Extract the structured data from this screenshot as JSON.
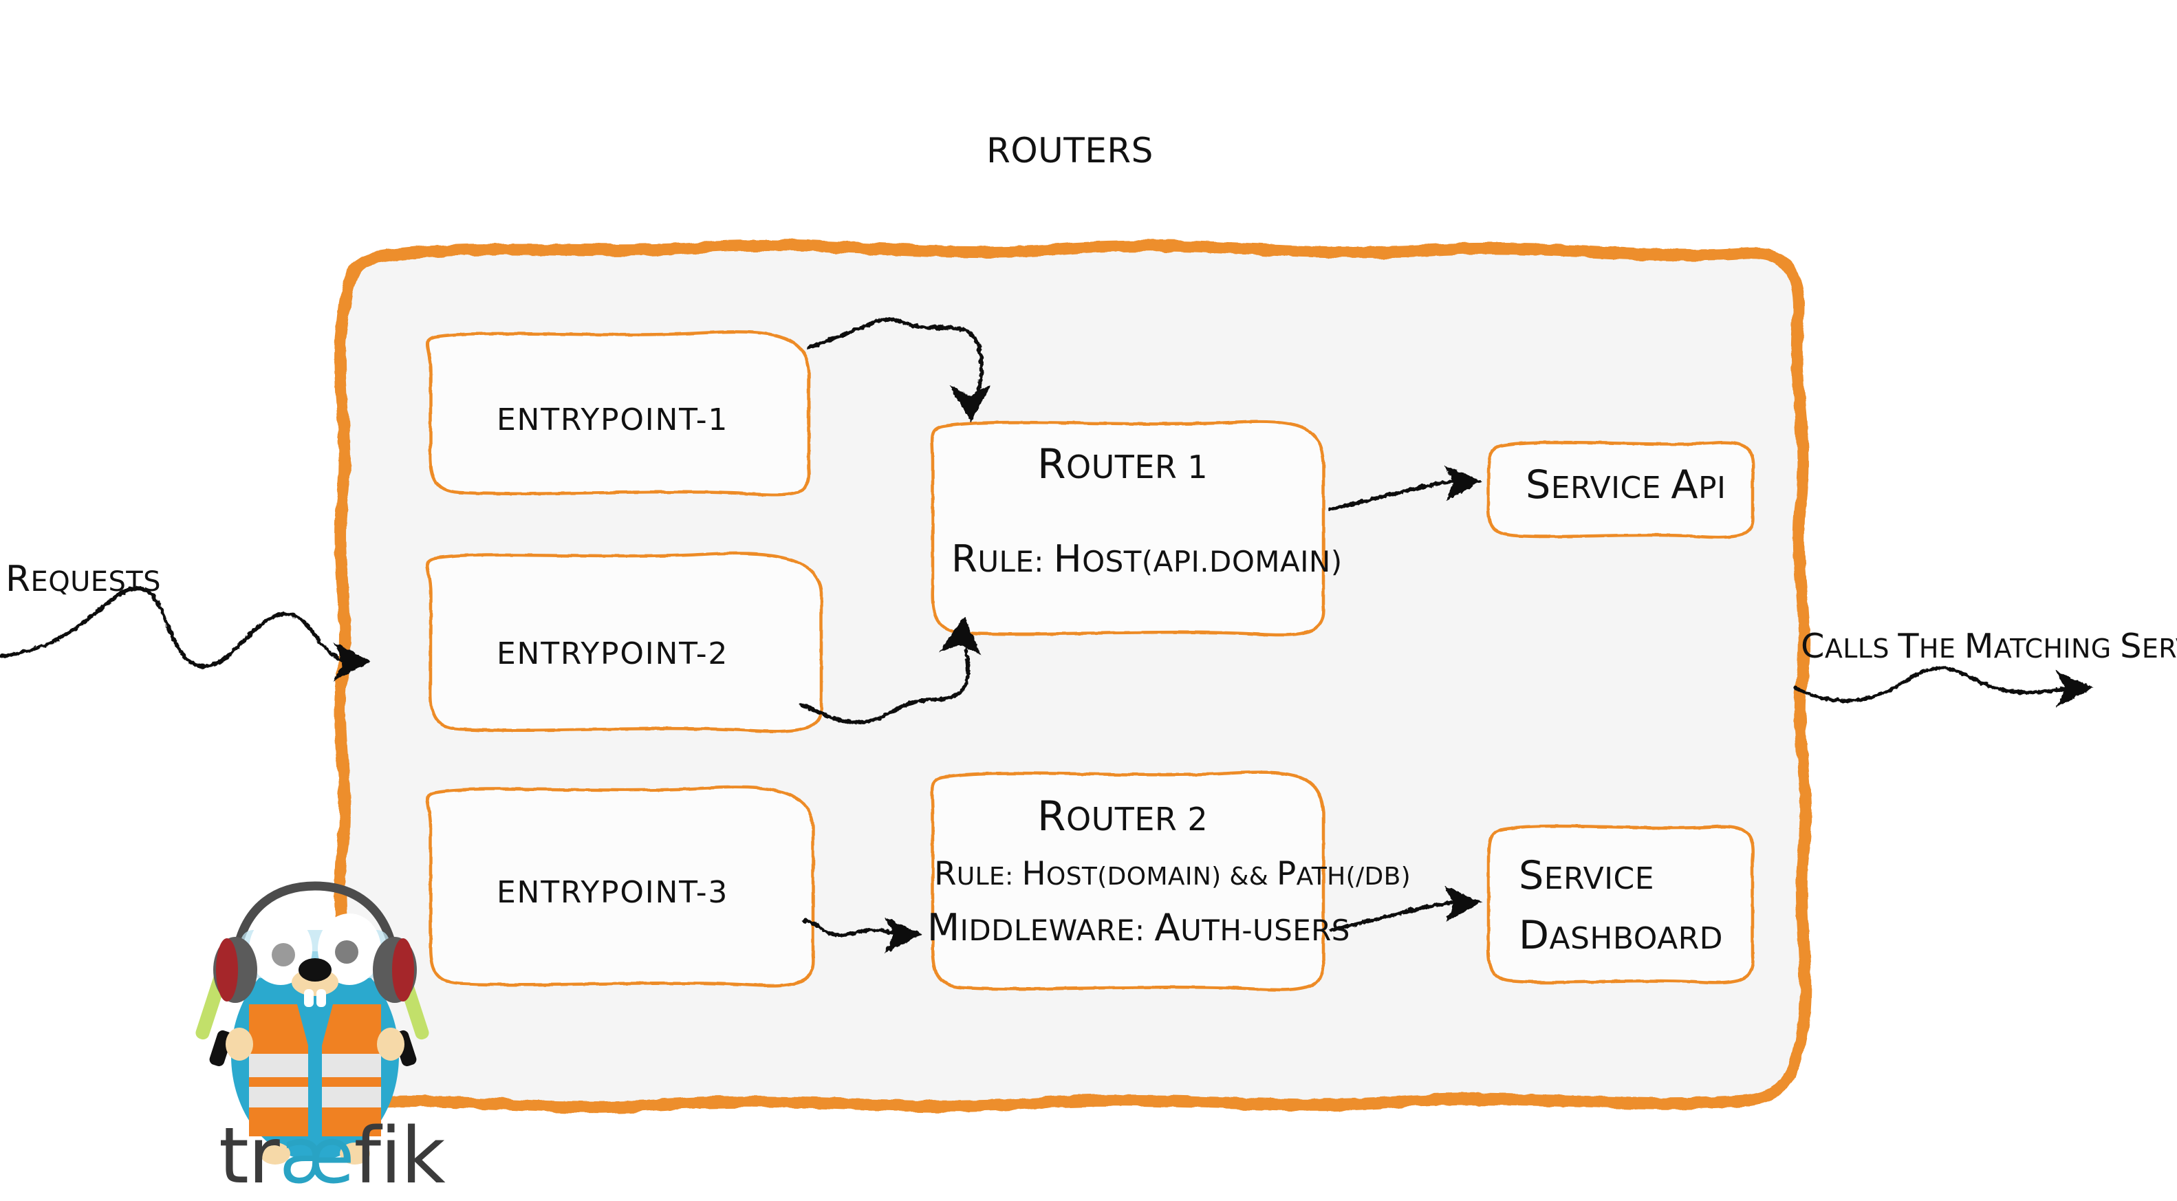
{
  "diagram": {
    "title": "Routers",
    "type": "traefik-routing-architecture",
    "colors": {
      "accent_orange": "#ED8B26",
      "container_fill": "#F5F5F5",
      "box_fill": "#FCFCFC",
      "ink": "#111111",
      "gopher_blue": "#2BA9CE",
      "gopher_vest_orange": "#F08122",
      "vest_stripe": "#E6E6E6",
      "wand_green": "#C2E06A",
      "headphone_gray": "#5B5B5B",
      "headphone_red": "#A5262A",
      "wordmark_dark": "#3B3B3B",
      "wordmark_cyan": "#29A3C4"
    }
  },
  "labels": {
    "requests": "Requests",
    "calls_matching_server": "Calls the matching server"
  },
  "entrypoints": [
    {
      "id": "entrypoint-1",
      "label": "Entrypoint-1"
    },
    {
      "id": "entrypoint-2",
      "label": "Entrypoint-2"
    },
    {
      "id": "entrypoint-3",
      "label": "Entrypoint-3"
    }
  ],
  "routers": [
    {
      "id": "router-1",
      "title": "Router 1",
      "rule": "rule: Host(api.domain)",
      "middleware": null
    },
    {
      "id": "router-2",
      "title": "Router 2",
      "rule": "rule: Host(domain) && Path(/db)",
      "middleware": "Middleware: auth-users"
    }
  ],
  "services": [
    {
      "id": "service-api",
      "label": "Service API",
      "lines": [
        "Service API"
      ]
    },
    {
      "id": "service-dashboard",
      "label": "Service Dashboard",
      "lines": [
        "Service",
        "Dashboard"
      ]
    }
  ],
  "connections": [
    {
      "from": "entrypoint-1",
      "to": "router-1"
    },
    {
      "from": "entrypoint-2",
      "to": "router-1"
    },
    {
      "from": "entrypoint-3",
      "to": "router-2"
    },
    {
      "from": "router-1",
      "to": "service-api"
    },
    {
      "from": "router-2",
      "to": "service-dashboard"
    },
    {
      "from": "requests",
      "to": "routers-container"
    },
    {
      "from": "routers-container",
      "to": "matching-server"
    }
  ],
  "logo": {
    "wordmark_prefix": "tr",
    "wordmark_ligature": "æ",
    "wordmark_suffix": "fik",
    "mascot": "traefik-gopher"
  }
}
